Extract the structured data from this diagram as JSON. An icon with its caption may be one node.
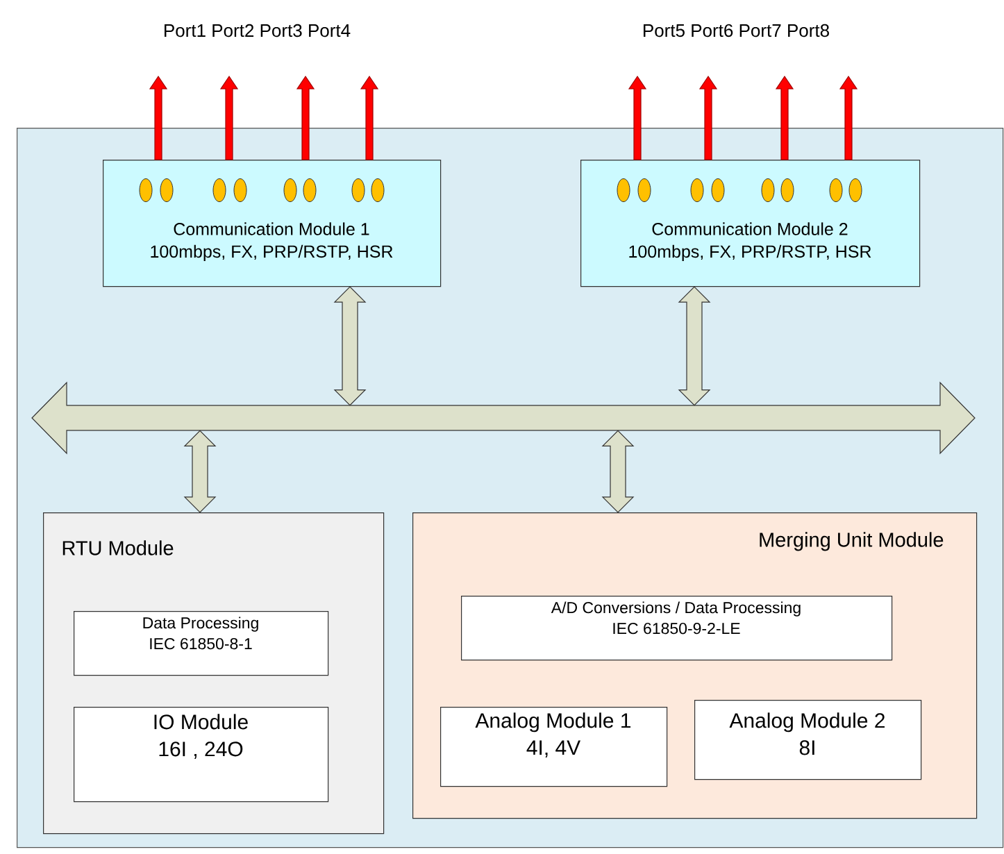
{
  "diagram": {
    "nodes": [
      {
        "text": [],
        "shape": "box"
      },
      {
        "text": [
          "Communication Module 1",
          "100mbps, FX, PRP/RSTP, HSR"
        ],
        "in": 0
      },
      {
        "text": [
          "Communication Module 2",
          "100mbps, FX, PRP/RSTP, HSR"
        ],
        "in": 0
      },
      {
        "text": [],
        "shape": "bar",
        "in": 0
      },
      {
        "text": [
          "RTU Module"
        ],
        "in": 0
      },
      {
        "text": [
          "Data Processing",
          "IEC 61850-8-1"
        ],
        "in": 4
      },
      {
        "text": [
          "IO Module",
          "16I , 24O"
        ],
        "in": 4
      },
      {
        "text": [
          "Merging Unit Module"
        ],
        "in": 0
      },
      {
        "text": [
          "A/D Conversions / Data Processing",
          "IEC 61850-9-2-LE"
        ],
        "in": 7
      },
      {
        "text": [
          "Analog Module 1",
          "4I, 4V"
        ],
        "in": 7
      },
      {
        "text": [
          "Analog Module 2",
          "8I"
        ],
        "in": 7
      }
    ],
    "edges": [
      {
        "from": 1,
        "to": null,
        "arrow": "to"
      },
      {
        "from": 1,
        "to": null,
        "arrow": "to"
      },
      {
        "from": 1,
        "to": null,
        "arrow": "to"
      },
      {
        "from": 1,
        "to": null,
        "arrow": "to"
      },
      {
        "from": 2,
        "to": null,
        "arrow": "to"
      },
      {
        "from": 2,
        "to": null,
        "arrow": "to"
      },
      {
        "from": 2,
        "to": null,
        "arrow": "to"
      },
      {
        "from": 2,
        "to": null,
        "arrow": "to"
      },
      {
        "from": 1,
        "to": 3,
        "arrow": "both",
        "style": "thick",
        "color": "#dde1cb"
      },
      {
        "from": 2,
        "to": 3,
        "arrow": "both",
        "style": "thick",
        "color": "#dde1cb"
      },
      {
        "from": 3,
        "to": 4,
        "arrow": "both",
        "style": "thick",
        "color": "#dde1cb"
      },
      {
        "from": 3,
        "to": 7,
        "arrow": "both",
        "style": "thick",
        "color": "#dde1cb"
      }
    ],
    "labels": [
      "Port1 Port2 Port3 Port4",
      "Port5 Port6 Port7 Port8"
    ]
  }
}
